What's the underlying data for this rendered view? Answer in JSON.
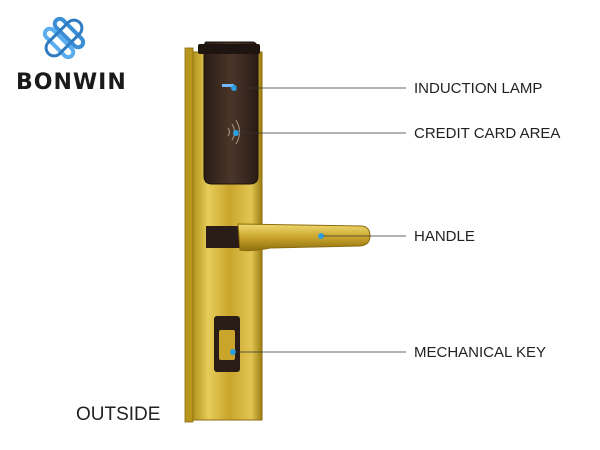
{
  "brand": {
    "logo_icon": "bonwin-chain-logo-icon",
    "name": "BONWIN",
    "accent_color": "#3a8fd6"
  },
  "callouts": [
    {
      "id": "induction-lamp",
      "label": "INDUCTION LAMP"
    },
    {
      "id": "credit-card-area",
      "label": "CREDIT CARD AREA"
    },
    {
      "id": "handle",
      "label": "HANDLE"
    },
    {
      "id": "mechanical-key",
      "label": "MECHANICAL KEY"
    }
  ],
  "side_label": "OUTSIDE",
  "colors": {
    "gold_plate": "#d4b43a",
    "gold_dark": "#9c7d12",
    "reader_panel": "#3b2a22",
    "marker_dot": "#2c9fe0",
    "leader_line": "#333333"
  }
}
